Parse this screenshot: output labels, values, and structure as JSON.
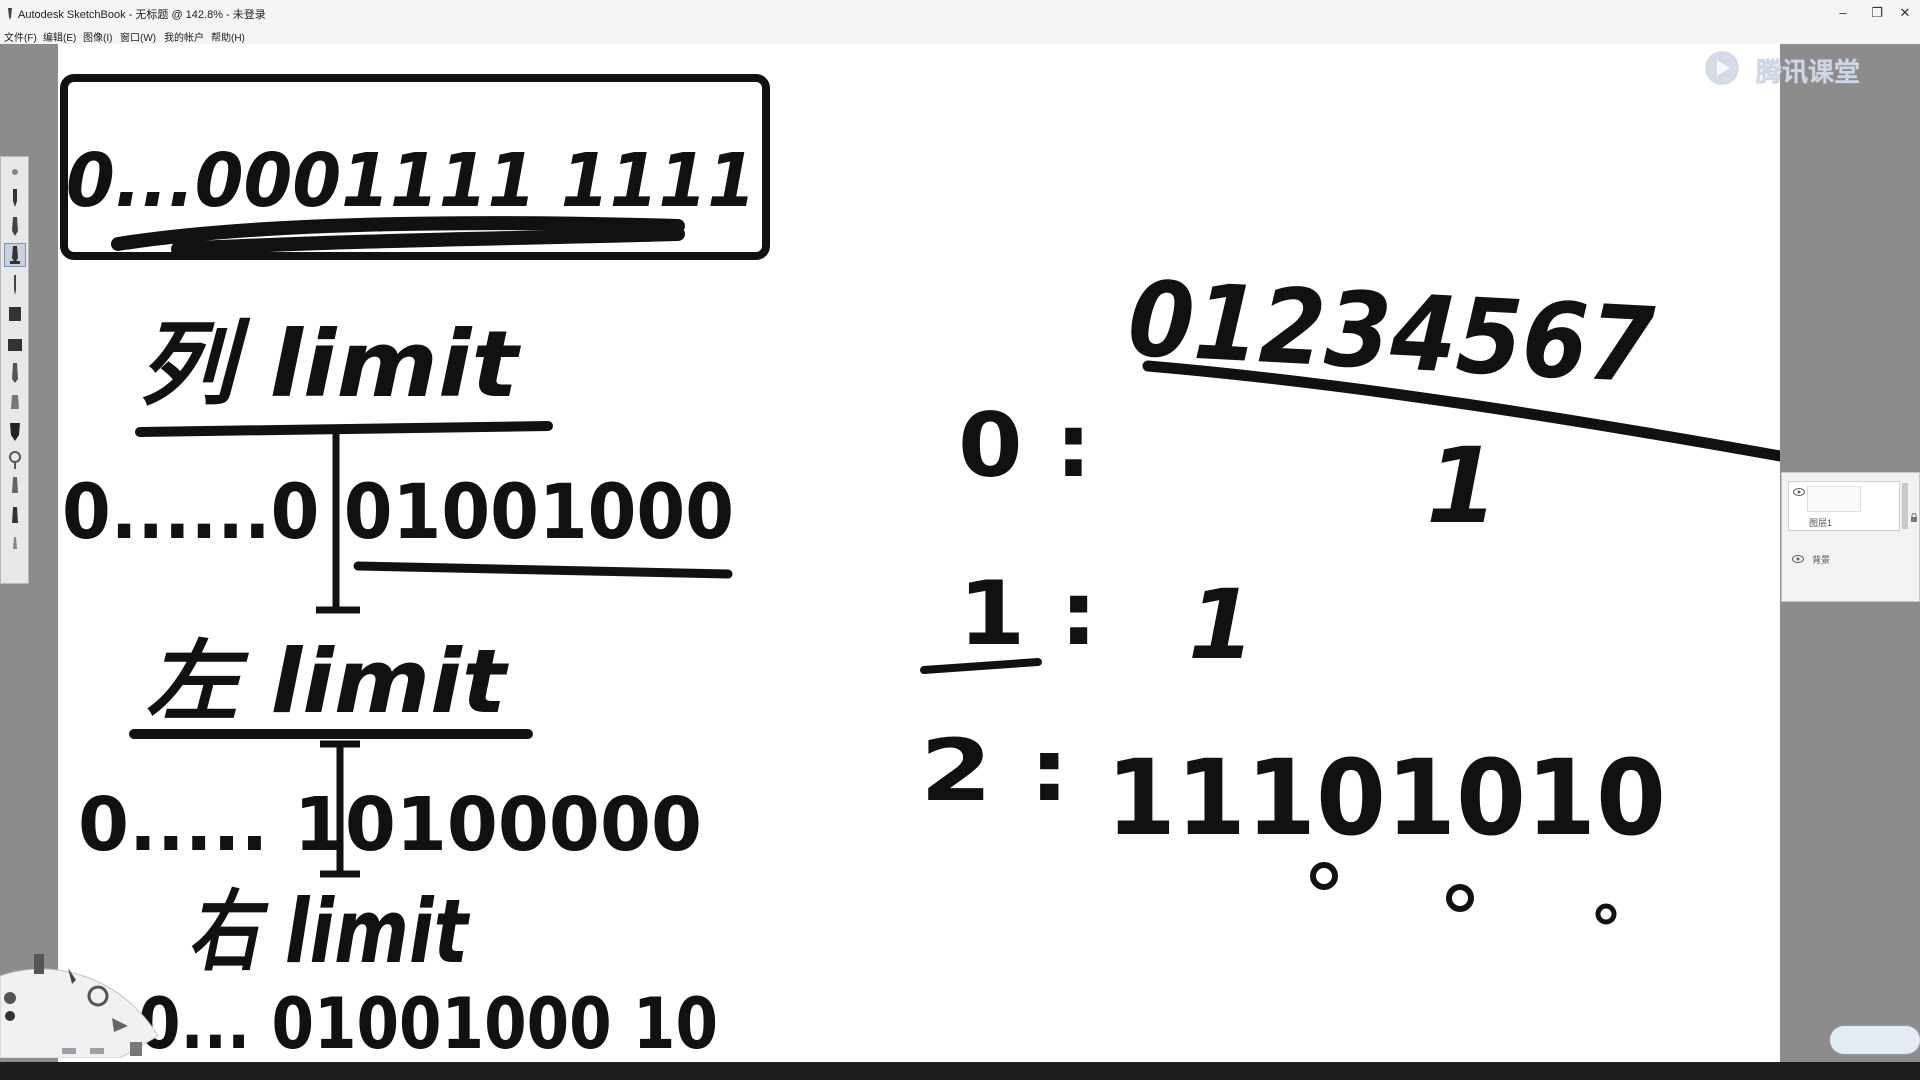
{
  "window": {
    "title": "Autodesk SketchBook - 无标题 @ 142.8% - 未登录",
    "controls": {
      "minimize": "–",
      "maximize": "❐",
      "close": "✕"
    }
  },
  "menubar": {
    "items": [
      "文件(F)",
      "编辑(E)",
      "图像(I)",
      "窗口(W)",
      "我的帐户",
      "帮助(H)"
    ]
  },
  "watermark": {
    "text": "腾讯课堂"
  },
  "sketch": {
    "box_bits": "0...0001111 1111",
    "row1_label": "列 limit",
    "row1_bits": "0......0 01001000",
    "row2_label": "左 limit",
    "row2_bits": "0..... 10100000",
    "row3_label": "右 limit",
    "row3_bits": "0... 01001000 10",
    "column_header": "01234567",
    "row_0": "0 :",
    "row_0_mark": "1",
    "row_1": "1 :",
    "row_1_mark": "1",
    "row_2": "2 :",
    "row_2_bits": "11101010"
  },
  "layers": {
    "layer_1": "图层1",
    "background": "背景"
  },
  "zoom_pill": {
    "text": "···"
  },
  "icons": {
    "app": "sketchbook-pencil-icon",
    "watermark": "tencent-classroom-play-icon",
    "eye": "eye-icon",
    "lock": "lock-icon"
  },
  "colors": {
    "canvas": "#ffffff",
    "ink": "#111111",
    "workspace": "#8c8c8c",
    "watermark": "#cfd7e6"
  }
}
